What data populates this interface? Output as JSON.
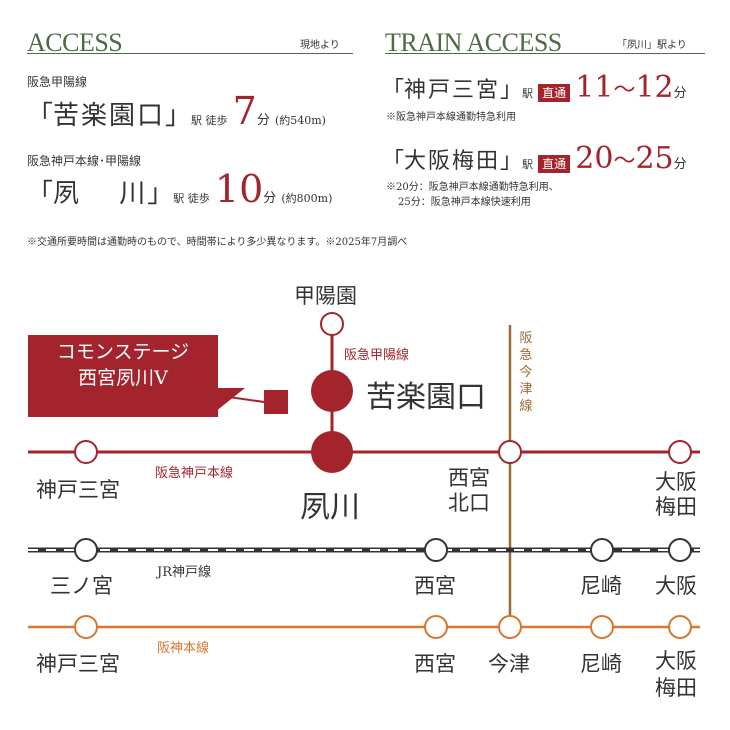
{
  "access": {
    "title": "ACCESS",
    "note": "現地より",
    "routes": [
      {
        "line": "阪急甲陽線",
        "bracket_open": "「",
        "station": "苦楽園口",
        "bracket_close": "」",
        "suffix": "駅 徒歩",
        "minutes": "7",
        "unit": "分",
        "distance": "(約540m)"
      },
      {
        "line": "阪急神戸本線･甲陽線",
        "bracket_open": "「",
        "station": "夙　 川",
        "bracket_close": "」",
        "suffix": "駅 徒歩",
        "minutes": "10",
        "unit": "分",
        "distance": "(約800m)"
      }
    ]
  },
  "train_access": {
    "title": "TRAIN ACCESS",
    "note": "「夙川」駅より",
    "routes": [
      {
        "bracket_open": "「",
        "station": "神戸三宮",
        "bracket_close": "」",
        "suffix": "駅",
        "badge": "直通",
        "from": "11",
        "tilde": "～",
        "to": "12",
        "unit": "分",
        "notes": [
          "※阪急神戸本線通勤特急利用"
        ]
      },
      {
        "bracket_open": "「",
        "station": "大阪梅田",
        "bracket_close": "」",
        "suffix": "駅",
        "badge": "直通",
        "from": "20",
        "tilde": "～",
        "to": "25",
        "unit": "分",
        "notes": [
          "※20分：阪急神戸本線通勤特急利用、",
          "25分：阪急神戸本線快速利用"
        ]
      }
    ]
  },
  "footnote": "※交通所要時間は通勤時のもので、時間帯により多少異なります。※2025年7月調べ",
  "map": {
    "property": [
      "コモンステージ",
      "西宮夙川Ⅴ"
    ],
    "stations": {
      "koyoen": "甲陽園",
      "kurakuenguchi": "苦楽園口",
      "shukugawa": "夙川",
      "kobe_sannomiya_hankyu": "神戸三宮",
      "nishinomiya_kitaguchi": [
        "西宮",
        "北口"
      ],
      "osaka_umeda_hankyu": [
        "大阪",
        "梅田"
      ],
      "sannomiya_jr": "三ノ宮",
      "nishinomiya_jr": "西宮",
      "amagasaki_jr": "尼崎",
      "osaka_jr": "大阪",
      "kobe_sannomiya_hanshin": "神戸三宮",
      "nishinomiya_hanshin": "西宮",
      "imazu": "今津",
      "amagasaki_hanshin": "尼崎",
      "osaka_umeda_hanshin": [
        "大阪",
        "梅田"
      ]
    },
    "lines": {
      "koyo": "阪急甲陽線",
      "kobe_main": "阪急神戸本線",
      "imazu": [
        "阪",
        "急",
        "今",
        "津",
        "線"
      ],
      "jr_kobe": "JR神戸線",
      "hanshin": "阪神本線"
    },
    "colors": {
      "hankyu": "#a3242c",
      "imazu": "#9b6a35",
      "jr": "#333333",
      "hanshin": "#d8752f",
      "green": "#4e6b45"
    }
  }
}
